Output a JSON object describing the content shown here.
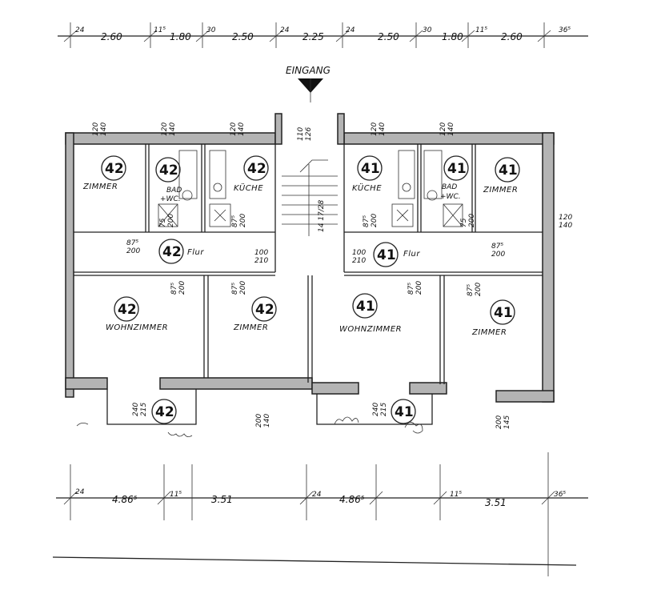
{
  "entrance_label": "EINGANG",
  "top_dimensions": [
    "24",
    "2.60",
    "11⁵",
    "1.80",
    "30",
    "2.50",
    "24",
    "2.25",
    "24",
    "2.50",
    "30",
    "1.80",
    "11⁵",
    "2.60",
    "36⁵"
  ],
  "bottom_dimensions": [
    "24",
    "4.86⁵",
    "11⁵",
    "3.51",
    "24",
    "4.86⁵",
    "11⁵",
    "3.51",
    "36⁵"
  ],
  "apartments": {
    "left": "42",
    "right": "41"
  },
  "rooms": {
    "zimmer": "ZIMMER",
    "bad_wc_line1": "BAD",
    "bad_wc_line2": "+WC.",
    "kueche": "KÜCHE",
    "flur": "Flur",
    "wohnzimmer": "WOHNZIMMER"
  },
  "opening_labels": {
    "window_120_140": "120\n140",
    "window_110_126": "110\n126",
    "door_875_200": "87⁵\n200",
    "door_100_210": "100\n210",
    "door_75_200": "75\n200",
    "door_240_215": "240\n215",
    "door_200_140": "200\n140",
    "door_200_145": "200\n145",
    "stair_steps": "14 17/28"
  }
}
